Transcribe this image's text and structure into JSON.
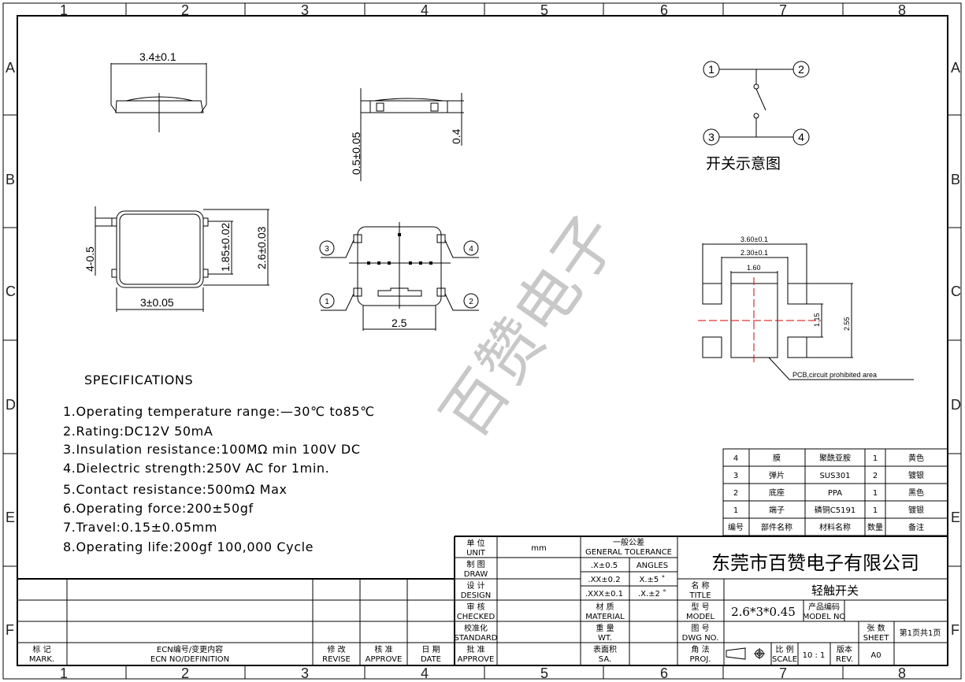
{
  "zones": {
    "columns": [
      "1",
      "2",
      "3",
      "4",
      "5",
      "6",
      "7",
      "8"
    ],
    "rows": [
      "A",
      "B",
      "C",
      "D",
      "E",
      "F"
    ]
  },
  "watermark": "百赞电子",
  "views": {
    "top_width": "3.4±0.1",
    "side_height_total": "0.5±0.05",
    "side_height_body": "0.4",
    "front_pin_width": "4-0.5",
    "front_inner_height": "1.85±0.02",
    "front_height": "2.6±0.03",
    "front_width": "3±0.05",
    "bottom_pitch": "2.5",
    "pins": [
      "1",
      "2",
      "3",
      "4"
    ]
  },
  "schematic": {
    "pins": [
      "1",
      "2",
      "3",
      "4"
    ],
    "caption": "开关示意图"
  },
  "pcb": {
    "w_outer": "3.60±0.1",
    "w_mid": "2.30±0.1",
    "w_inner": "1.60",
    "h_gap": "1.15",
    "h_total": "2.55",
    "note": "PCB,circuit prohibited area"
  },
  "specifications": {
    "title": "SPECIFICATIONS",
    "items": [
      "1.Operating temperature range:—30℃ to85℃",
      "2.Rating:DC12V 50mA",
      "3.Insulation resistance:100MΩ  min 100V DC",
      "4.Dielectric strength:250V AC for 1min.",
      "5.Contact resistance:500mΩ Max",
      "6.Operating force:200±50gf",
      "7.Travel:0.15±0.05mm",
      "8.Operating life:200gf  100,000 Cycle"
    ]
  },
  "bom": {
    "rows": [
      [
        "4",
        "膜",
        "聚酰亚胺",
        "1",
        "黄色"
      ],
      [
        "3",
        "弹片",
        "SUS301",
        "2",
        "镀银"
      ],
      [
        "2",
        "底座",
        "PPA",
        "1",
        "黑色"
      ],
      [
        "1",
        "端子",
        "磷铜C5191",
        "1",
        "镀银"
      ]
    ],
    "header": [
      "编号",
      "部件名称",
      "材料名称",
      "数量",
      "备注"
    ]
  },
  "revision": {
    "headers": [
      [
        "标  记",
        "MARK."
      ],
      [
        "ECN编号/变更内容",
        "ECN NO/DEFINITION"
      ],
      [
        "修  改",
        "REVISE"
      ],
      [
        "核  准",
        "APPROVE"
      ],
      [
        "日  期",
        "DATE"
      ]
    ]
  },
  "title_block": {
    "unit_label": [
      "单  位",
      "UNIT"
    ],
    "unit": "mm",
    "draw": [
      "制  图",
      "DRAW"
    ],
    "design": [
      "设  计",
      "DESIGN"
    ],
    "checked": [
      "审  核",
      "CHECKED"
    ],
    "standard": [
      "校准化",
      "STANDARD"
    ],
    "approve": [
      "批  准",
      "APPROVE"
    ],
    "tolerance_label": [
      "一般公差",
      "GENERAL TOLERANCE"
    ],
    "tolerances": [
      ".X±0.5",
      ".XX±0.2",
      ".XXX±0.1"
    ],
    "angles_label": "ANGLES",
    "angles": [
      "X.±5 ˚",
      ".X.±2 ˚"
    ],
    "material": [
      "材  质",
      "MATERIAL"
    ],
    "weight": [
      "重  量",
      "WT."
    ],
    "area": [
      "表面积",
      "SA."
    ],
    "company": "东莞市百赞电子有限公司",
    "title_label": [
      "名  称",
      "TITLE"
    ],
    "title": "轻触开关",
    "model_label": [
      "型  号",
      "MODEL"
    ],
    "model": "2.6*3*0.45",
    "model_no_label": [
      "产品编码",
      "MODEL NO"
    ],
    "dwg_label": [
      "图  号",
      "DWG NO."
    ],
    "sheet_label": [
      "张  数",
      "SHEET"
    ],
    "sheet": "第1页共1页",
    "proj_label": [
      "角  法",
      "PROJ."
    ],
    "scale_label": [
      "比 例",
      "SCALE"
    ],
    "scale": "10 : 1",
    "rev_label": [
      "版本",
      "REV."
    ],
    "rev": "A0"
  }
}
